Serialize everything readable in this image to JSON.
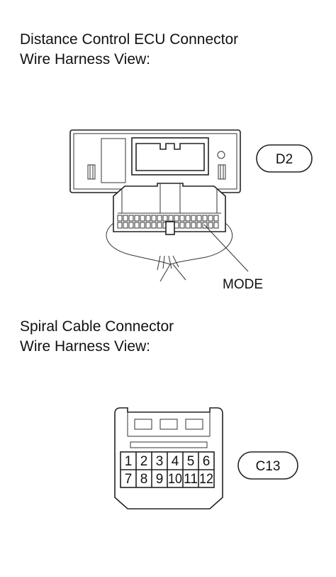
{
  "ecu_section": {
    "title_line1": "Distance Control ECU Connector",
    "title_line2": "Wire Harness View:",
    "connector_code": "D2",
    "callout_label": "MODE"
  },
  "spiral_section": {
    "title_line1": "Spiral Cable Connector",
    "title_line2": "Wire Harness View:",
    "connector_code": "C13",
    "pins_row1": [
      "1",
      "2",
      "3",
      "4",
      "5",
      "6"
    ],
    "pins_row2": [
      "7",
      "8",
      "9",
      "10",
      "11",
      "12"
    ]
  }
}
